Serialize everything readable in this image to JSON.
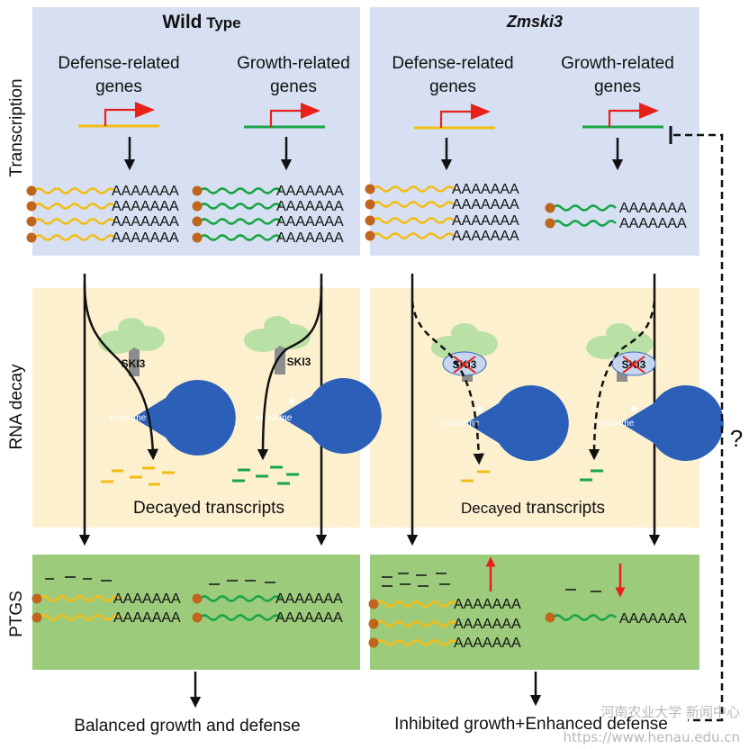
{
  "columns": {
    "left": {
      "title_main": "Wild",
      "title_rest": " Type"
    },
    "right": {
      "title": "Zmski3"
    }
  },
  "row_labels": {
    "transcription": "Transcription",
    "rna_decay": "RNA decay",
    "ptgs": "PTGS"
  },
  "genes": {
    "defense_line1": "Defense-related",
    "growth_line1": "Growth-related",
    "line2": "genes"
  },
  "polyA": "AAAAAAA",
  "complex": {
    "ski3": "SKI3",
    "exosome": "exosome"
  },
  "decayed": {
    "left": "Decayed transcripts",
    "right_prefix": "Decayed",
    "right_suffix": " transcripts"
  },
  "outcomes": {
    "left": "Balanced growth and defense",
    "right": "Inhibited growth+Enhanced defense"
  },
  "question_mark": "?",
  "watermark": {
    "cn": "河南农业大学 新闻中心",
    "url": "https://www.henau.edu.cn"
  },
  "colors": {
    "transcription_panel": "#d6e0f2",
    "decay_panel": "#fdf0cf",
    "ptgs_panel": "#9ccb7c",
    "defense_gene": "#f2bd1a",
    "growth_gene": "#1aa548",
    "promoter_arrow": "#e8201a",
    "cap": "#c0651d",
    "exosome": "#2c60b8",
    "ski3_leaf": "#b9e0a5"
  }
}
